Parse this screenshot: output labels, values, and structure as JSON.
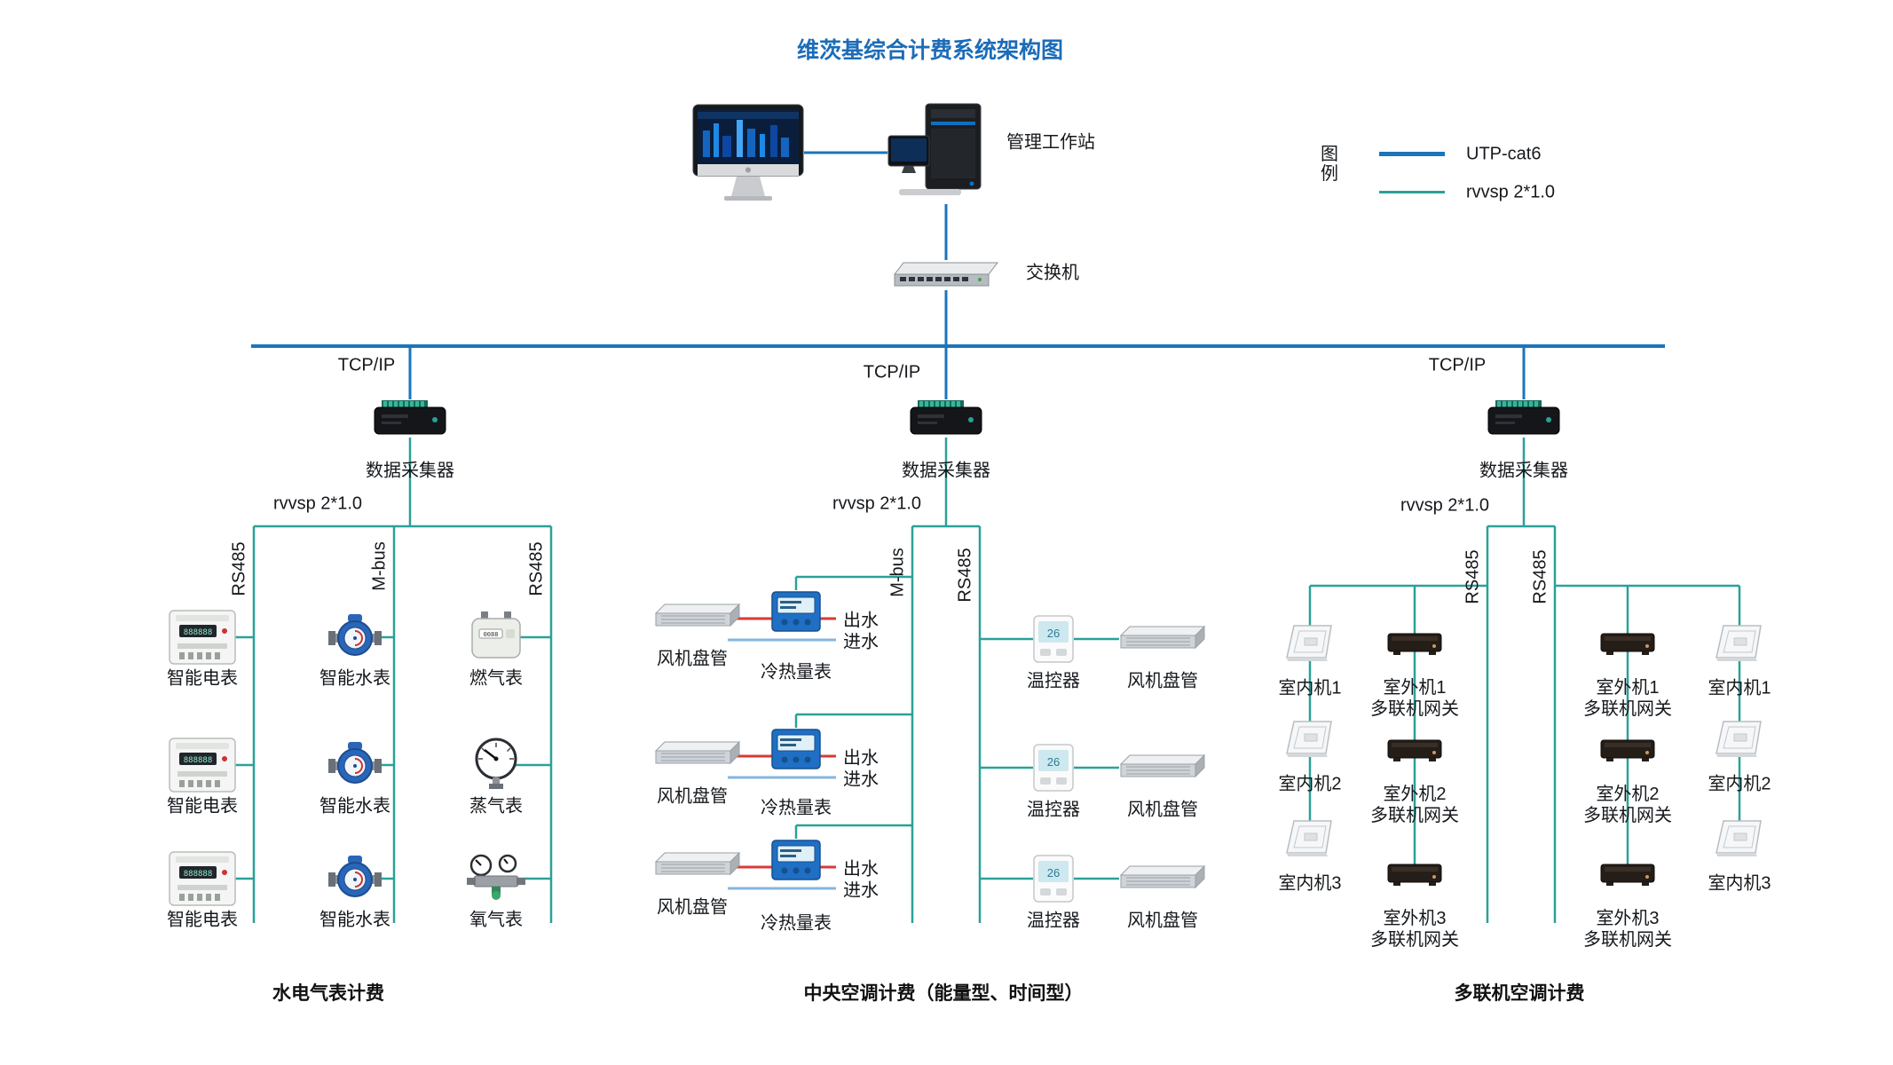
{
  "title": "维茨基综合计费系统架构图",
  "legend": {
    "label": "图例",
    "items": [
      {
        "name": "UTP-cat6",
        "color": "#1b75bc"
      },
      {
        "name": "rvvsp 2*1.0",
        "color": "#2aa198"
      }
    ]
  },
  "colors": {
    "utp_line": "#1b75bc",
    "rvvsp_line": "#2aa198",
    "outlet_pipe": "#d93a35",
    "inlet_pipe": "#85b6e0",
    "title_text": "#1c6cb8"
  },
  "network": {
    "workstation_label": "管理工作站",
    "switch_label": "交换机",
    "tcpip_label": "TCP/IP",
    "collector_label": "数据采集器",
    "rvvsp_label": "rvvsp 2*1.0"
  },
  "left_section": {
    "buses": [
      "RS485",
      "M-bus",
      "RS485"
    ],
    "electric_meters": [
      "智能电表",
      "智能电表",
      "智能电表"
    ],
    "water_meters": [
      "智能水表",
      "智能水表",
      "智能水表"
    ],
    "gas_column": [
      "燃气表",
      "蒸气表",
      "氧气表"
    ],
    "footer": "水电气表计费"
  },
  "middle_section": {
    "buses": [
      "M-bus",
      "RS485"
    ],
    "fan_coil_label": "风机盘管",
    "heat_meter_label": "冷热量表",
    "outlet_label": "出水",
    "inlet_label": "进水",
    "thermostat_label": "温控器",
    "footer": "中央空调计费（能量型、时间型）"
  },
  "right_section": {
    "buses": [
      "RS485",
      "RS485"
    ],
    "indoor_units": [
      "室内机1",
      "室内机2",
      "室内机3"
    ],
    "outdoor_units": [
      "室外机1",
      "室外机2",
      "室外机3"
    ],
    "gateway_label": "多联机网关",
    "footer": "多联机空调计费"
  }
}
